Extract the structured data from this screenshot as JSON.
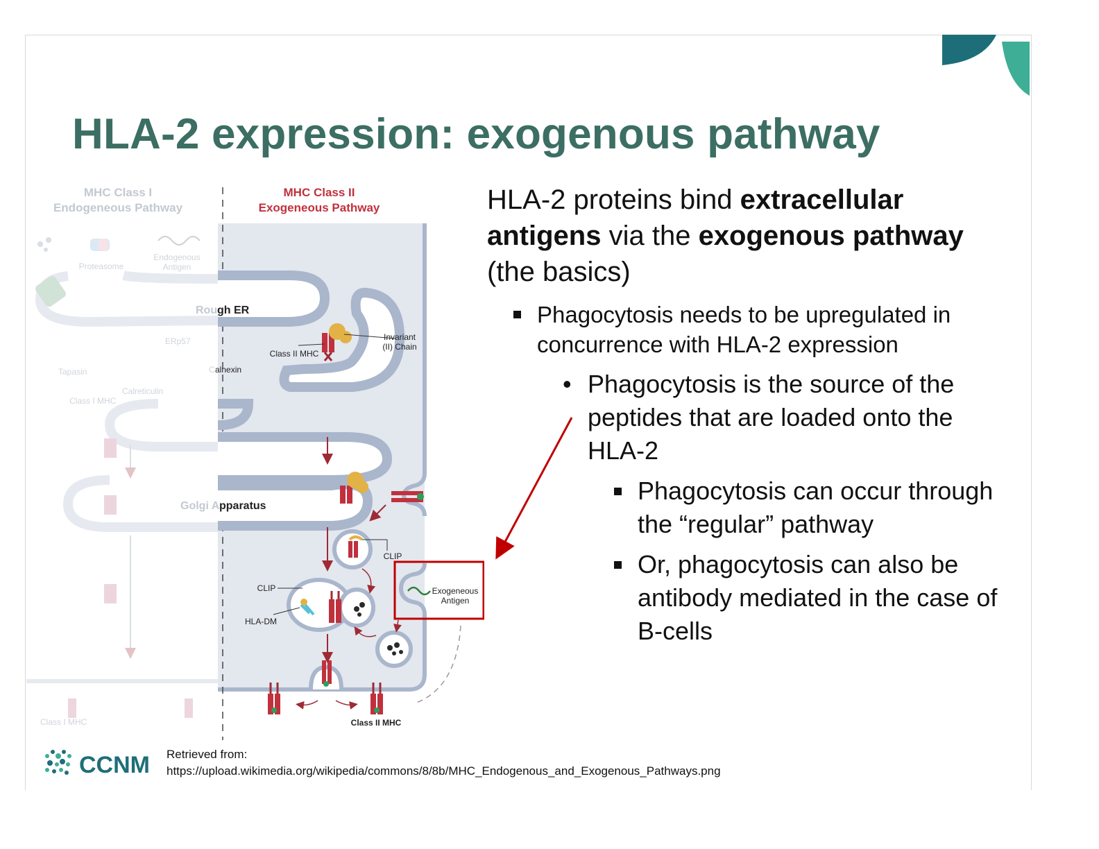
{
  "slide": {
    "title": "HLA-2 expression: exogenous pathway",
    "colors": {
      "title": "#3c6e63",
      "accent_teal": "#3fae96",
      "accent_navy": "#1e6e79",
      "highlight_red": "#c00000"
    }
  },
  "diagram": {
    "left_header": [
      "MHC Class I",
      "Endogeneous Pathway"
    ],
    "right_header": [
      "MHC Class II",
      "Exogeneous Pathway"
    ],
    "labels": {
      "proteasome": "Proteasome",
      "endogeneous_antigen": [
        "Endogenous",
        "Antigen"
      ],
      "rough_er_left": "Rou",
      "rough_er_right": "gh ER",
      "erp57": "ERp57",
      "tapasin": "Tapasin",
      "calnexin_left": "C",
      "calnexin_right": "alnexin",
      "calreticulin": "Calreticulin",
      "class1_mhc": "Class I MHC",
      "invariant_chain": [
        "Invariant",
        "(II) Chain"
      ],
      "class2_mhc": "Class II MHC",
      "golgi_left": "Golgi A",
      "golgi_right": "pparatus",
      "clip_a": "CLIP",
      "clip_b": "CLIP",
      "hla_dm": "HLA-DM",
      "exogeneous_antigen": [
        "Exogeneous",
        "Antigen"
      ],
      "class1_mhc_bottom": "Class I MHC",
      "class2_mhc_bottom": "Class II MHC"
    }
  },
  "content": {
    "main": {
      "t1": "HLA-2 proteins bind ",
      "b1": "extracellular antigens",
      "t2": " via the ",
      "b2": "exogenous pathway",
      "t3": " (the basics)"
    },
    "bullet1": "Phagocytosis needs to be upregulated in concurrence with HLA-2 expression",
    "bullet2": "Phagocytosis is the source of the peptides that are loaded onto the HLA-2",
    "bullet3": "Phagocytosis can occur through the “regular” pathway",
    "bullet4": "Or, phagocytosis can also be antibody mediated in the case of B-cells"
  },
  "footer": {
    "logo_text": "CCNM",
    "retrieved_label": "Retrieved from:",
    "retrieved_url": "https://upload.wikimedia.org/wikipedia/commons/8/8b/MHC_Endogenous_and_Exogenous_Pathways.png"
  }
}
